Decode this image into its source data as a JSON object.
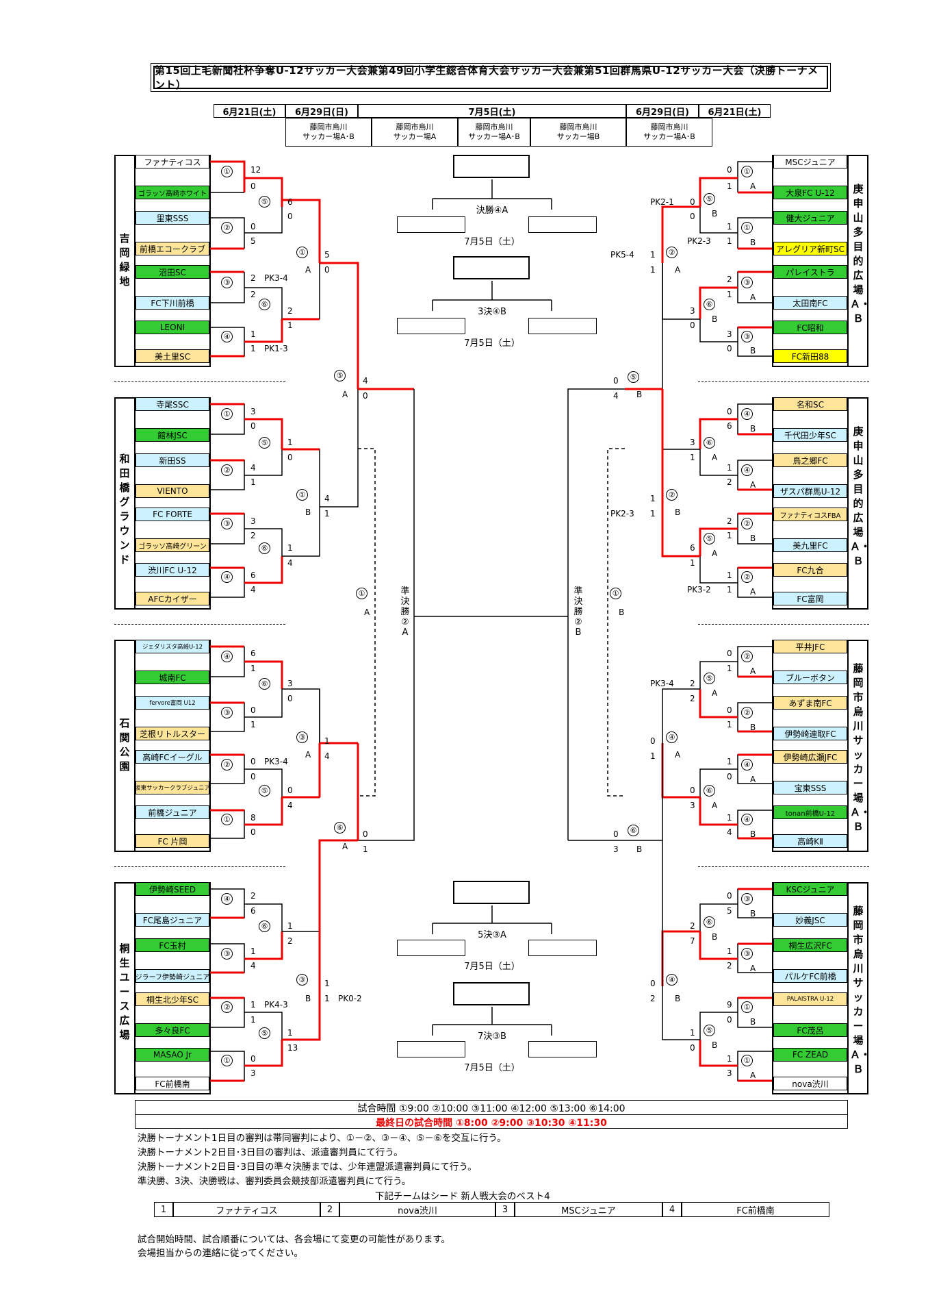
{
  "title": "第15回上毛新聞社杯争奪U-12サッカー大会兼第49回小学生総合体育大会サッカー大会兼第51回群馬県U-12サッカー大会（決勝トーナメント）",
  "dates": [
    "6月21日(土)",
    "6月29日(日)",
    "7月5日(土)",
    "6月29日(日)",
    "6月21日(土)"
  ],
  "venues": [
    "藤岡市烏川\nサッカー場A･B",
    "藤岡市烏川\nサッカー場A",
    "藤岡市烏川\nサッカー場A･B",
    "藤岡市烏川\nサッカー場B",
    "藤岡市烏川\nサッカー場A･B"
  ],
  "groups": {
    "left": [
      "吉岡緑地",
      "和田橋グラウンド",
      "石関公園",
      "桐生ユース広場"
    ],
    "right": [
      "庚申山多目的広場Ａ・Ｂ",
      "庚申山多目的広場Ａ・Ｂ",
      "藤岡市烏川サッカー場Ａ・Ｂ",
      "藤岡市烏川サッカー場Ａ・Ｂ"
    ]
  },
  "teams_left": [
    {
      "name": "ファナティコス",
      "color": "w"
    },
    {
      "name": "ゴラッソ高崎ホワイト",
      "color": "g"
    },
    {
      "name": "里東SSS",
      "color": "b"
    },
    {
      "name": "前橋エコークラブ",
      "color": "y"
    },
    {
      "name": "沼田SC",
      "color": "g"
    },
    {
      "name": "FC下川前橋",
      "color": "b"
    },
    {
      "name": "LEONI",
      "color": "g"
    },
    {
      "name": "美土里SC",
      "color": "y"
    },
    {
      "name": "寺尾SSC",
      "color": "b"
    },
    {
      "name": "館林JSC",
      "color": "g"
    },
    {
      "name": "新田SS",
      "color": "b"
    },
    {
      "name": "VIENTO",
      "color": "y"
    },
    {
      "name": "FC FORTE",
      "color": "b"
    },
    {
      "name": "ゴラッソ高崎グリーン",
      "color": "y"
    },
    {
      "name": "渋川FC U-12",
      "color": "b"
    },
    {
      "name": "AFCカイザー",
      "color": "y"
    },
    {
      "name": "ジェダリスタ高崎U-12",
      "color": "b"
    },
    {
      "name": "城南FC",
      "color": "g"
    },
    {
      "name": "fervore富岡 U12",
      "color": "b"
    },
    {
      "name": "芝根リトルスター",
      "color": "y"
    },
    {
      "name": "高崎FCイーグル",
      "color": "b"
    },
    {
      "name": "坂東サッカークラブジュニア",
      "color": "y"
    },
    {
      "name": "前橋ジュニア",
      "color": "b"
    },
    {
      "name": "FC 片岡",
      "color": "y"
    },
    {
      "name": "伊勢崎SEED",
      "color": "g"
    },
    {
      "name": "FC尾島ジュニア",
      "color": "b"
    },
    {
      "name": "FC玉村",
      "color": "g"
    },
    {
      "name": "ジラーフ伊勢崎ジュニア",
      "color": "b"
    },
    {
      "name": "桐生北少年SC",
      "color": "y"
    },
    {
      "name": "多々良FC",
      "color": "g"
    },
    {
      "name": "MASAO Jr",
      "color": "g"
    },
    {
      "name": "FC前橋南",
      "color": "w"
    }
  ],
  "teams_right": [
    {
      "name": "MSCジュニア",
      "color": "w"
    },
    {
      "name": "大泉FC U-12",
      "color": "g"
    },
    {
      "name": "健大ジュニア",
      "color": "g"
    },
    {
      "name": "アレグリア新町SC",
      "color": "yy"
    },
    {
      "name": "パレイストラ",
      "color": "g"
    },
    {
      "name": "太田南FC",
      "color": "b"
    },
    {
      "name": "FC昭和",
      "color": "g"
    },
    {
      "name": "FC新田88",
      "color": "yy"
    },
    {
      "name": "名和SC",
      "color": "y"
    },
    {
      "name": "千代田少年SC",
      "color": "b"
    },
    {
      "name": "鳥之郷FC",
      "color": "y"
    },
    {
      "name": "ザスパ群馬U-12",
      "color": "b"
    },
    {
      "name": "ファナティコスFBA",
      "color": "y"
    },
    {
      "name": "美九里FC",
      "color": "b"
    },
    {
      "name": "FC九合",
      "color": "y"
    },
    {
      "name": "FC富岡",
      "color": "b"
    },
    {
      "name": "平井JFC",
      "color": "y"
    },
    {
      "name": "ブルーボタン",
      "color": "b"
    },
    {
      "name": "あずま南FC",
      "color": "y"
    },
    {
      "name": "伊勢崎連取FC",
      "color": "b"
    },
    {
      "name": "伊勢崎広瀬JFC",
      "color": "y"
    },
    {
      "name": "宝東SSS",
      "color": "b"
    },
    {
      "name": "tonan前橋U-12",
      "color": "g"
    },
    {
      "name": "高崎KⅡ",
      "color": "b"
    },
    {
      "name": "KSCジュニア",
      "color": "g"
    },
    {
      "name": "妙義JSC",
      "color": "b"
    },
    {
      "name": "桐生広沢FC",
      "color": "g"
    },
    {
      "name": "パルケFC前橋",
      "color": "b"
    },
    {
      "name": "PALAISTRA U-12",
      "color": "y"
    },
    {
      "name": "FC茂呂",
      "color": "g"
    },
    {
      "name": "FC ZEAD",
      "color": "g"
    },
    {
      "name": "nova渋川",
      "color": "w"
    }
  ],
  "finals": [
    {
      "label": "決勝④A",
      "date": "7月5日（土）"
    },
    {
      "label": "3決④B",
      "date": "7月5日（土）"
    },
    {
      "label": "5決③A",
      "date": "7月5日（土）"
    },
    {
      "label": "7決③B",
      "date": "7月5日（土）"
    }
  ],
  "semi_labels": {
    "left": "準決勝②A",
    "right": "準決勝②B"
  },
  "schedule": {
    "times": "試合時間 ①9:00 ②10:00 ③11:00 ④12:00 ⑤13:00 ⑥14:00",
    "final_day": "最終日の試合時間 ①8:00 ②9:00 ③10:30 ④11:30"
  },
  "notes": [
    "決勝トーナメント1日目の審判は帯同審判により、①－②、③－④、⑤－⑥を交互に行う。",
    "決勝トーナメント2日目･3日目の審判は、派遣審判員にて行う。",
    "決勝トーナメント2日目･3日目の準々決勝までは、少年連盟派遣審判員にて行う。",
    "準決勝、3決、決勝戦は、審判委員会競技部派遣審判員にて行う。"
  ],
  "seed_heading": "下記チームはシード 新人戦大会のベスト4",
  "seeds": [
    {
      "rank": "1",
      "team": "ファナティコス"
    },
    {
      "rank": "2",
      "team": "nova渋川"
    },
    {
      "rank": "3",
      "team": "MSCジュニア"
    },
    {
      "rank": "4",
      "team": "FC前橋南"
    }
  ],
  "footer": [
    "試合開始時間、試合順番については、各会場にて変更の可能性があります。",
    "会場担当からの連絡に従ってください。"
  ]
}
